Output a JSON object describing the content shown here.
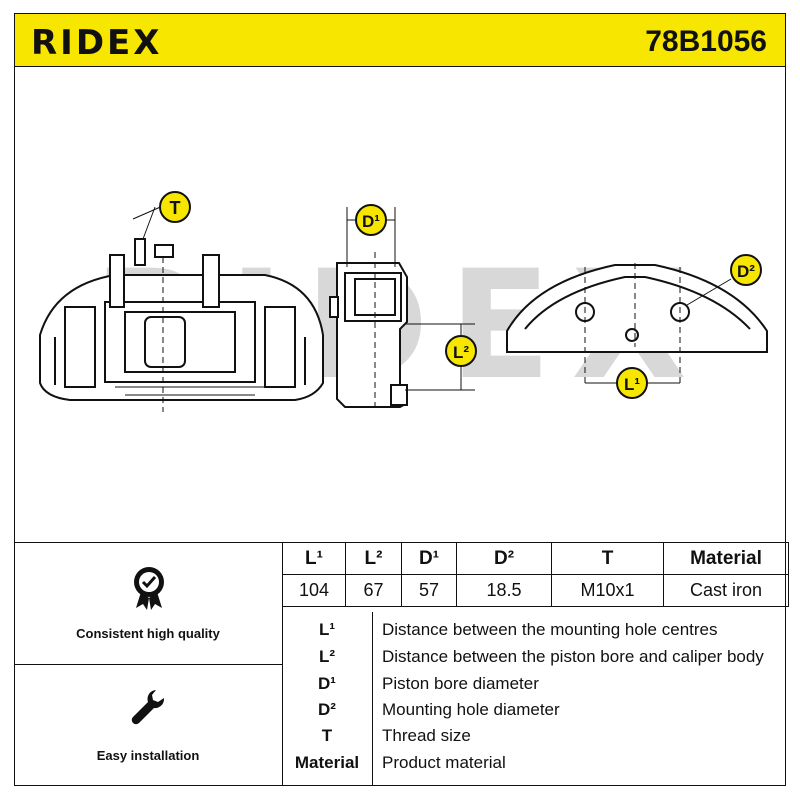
{
  "header": {
    "brand": "RIDEX",
    "part_number": "78B1056",
    "brand_color": "#f7e600"
  },
  "drawing": {
    "watermark": "RIDEX",
    "labels": {
      "t": "T",
      "d1": "D¹",
      "d2": "D²",
      "l1": "L¹",
      "l2": "L²"
    }
  },
  "features": [
    {
      "icon": "quality-badge-icon",
      "label": "Consistent high quality"
    },
    {
      "icon": "wrench-icon",
      "label": "Easy installation"
    }
  ],
  "spec_table": {
    "headers": [
      "L¹",
      "L²",
      "D¹",
      "D²",
      "T",
      "Material"
    ],
    "values": [
      "104",
      "67",
      "57",
      "18.5",
      "M10x1",
      "Cast iron"
    ]
  },
  "legend": [
    {
      "key": "L¹",
      "desc": "Distance between the mounting hole centres"
    },
    {
      "key": "L²",
      "desc": "Distance between the piston bore and caliper body"
    },
    {
      "key": "D¹",
      "desc": "Piston bore diameter"
    },
    {
      "key": "D²",
      "desc": "Mounting hole diameter"
    },
    {
      "key": "T",
      "desc": "Thread size"
    },
    {
      "key": "Material",
      "desc": "Product material"
    }
  ]
}
